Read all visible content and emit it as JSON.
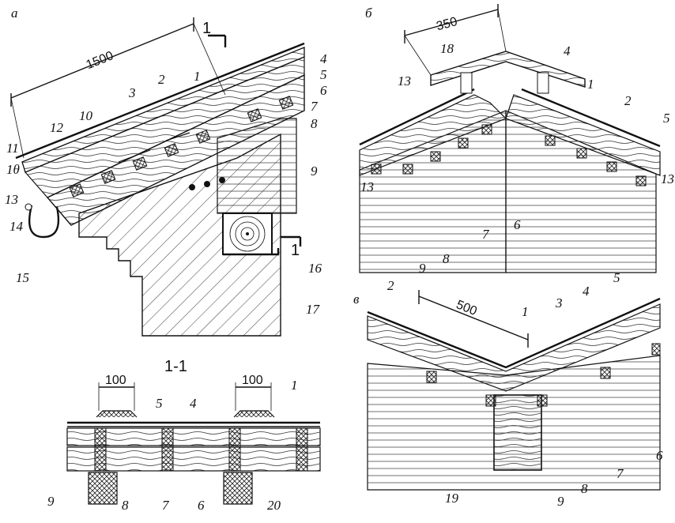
{
  "panels": {
    "a": {
      "letter": "а"
    },
    "b": {
      "letter": "б"
    },
    "v": {
      "letter": "в"
    },
    "section": {
      "title": "1-1"
    }
  },
  "dimensions": {
    "a_span": "1500",
    "b_span": "350",
    "v_span": "500",
    "sec_left": "100",
    "sec_right": "100"
  },
  "cut_mark": "1",
  "callouts_a": [
    "1",
    "2",
    "3",
    "4",
    "5",
    "6",
    "7",
    "8",
    "9",
    "10",
    "11",
    "1θ",
    "12",
    "13",
    "14",
    "15",
    "16",
    "17"
  ],
  "callouts_b": [
    "1",
    "2",
    "4",
    "5",
    "6",
    "7",
    "8",
    "9",
    "13",
    "13",
    "13",
    "18"
  ],
  "callouts_v": [
    "1",
    "2",
    "3",
    "4",
    "5",
    "6",
    "7",
    "8",
    "9",
    "19"
  ],
  "callouts_sec": [
    "1",
    "4",
    "5",
    "6",
    "7",
    "8",
    "9",
    "20"
  ]
}
